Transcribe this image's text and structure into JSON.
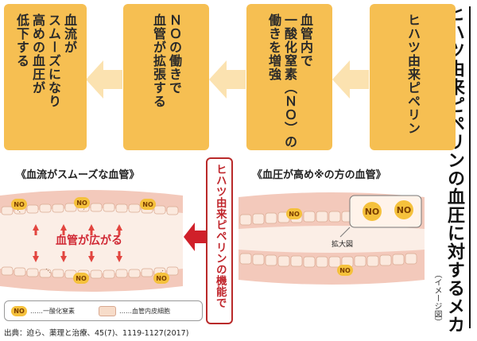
{
  "title": "ヒハツ由来ピペリンの血圧に対するメカニズム",
  "image_note": "（イメージ図）",
  "steps": [
    {
      "lines": [
        "ヒハツ由来ピペリン"
      ]
    },
    {
      "lines": [
        "血管内で",
        "一酸化窒素（ＮＯ）の",
        "働きを増強"
      ]
    },
    {
      "lines": [
        "ＮＯの働きで",
        "血管が拡張する"
      ]
    },
    {
      "lines": [
        "血流が",
        "スムーズになり",
        "高めの血圧が",
        "低下する"
      ]
    }
  ],
  "left_section_title": "《血流がスムーズな血管》",
  "right_section_title": "《血圧が高め※の方の血管》",
  "center_label": "ヒハツ由来ピペリンの機能で",
  "vessel_label": "血管が広がる",
  "no_label": "NO",
  "zoom_label": "拡大図",
  "legend": {
    "no_desc": "……一酸化窒素",
    "cell_desc": "……血管内皮細胞"
  },
  "source": "出典：迫ら、薬理と治療、45(7)、1119-1127(2017)",
  "colors": {
    "box": "#f6bf52",
    "arrow": "#fbe2b0",
    "red": "#c0262c",
    "vessel_wall": "#f3c9bb",
    "vessel_lumen": "#f6d7cc",
    "cell": "#fbe9de",
    "no_badge": "#f5c13c"
  }
}
